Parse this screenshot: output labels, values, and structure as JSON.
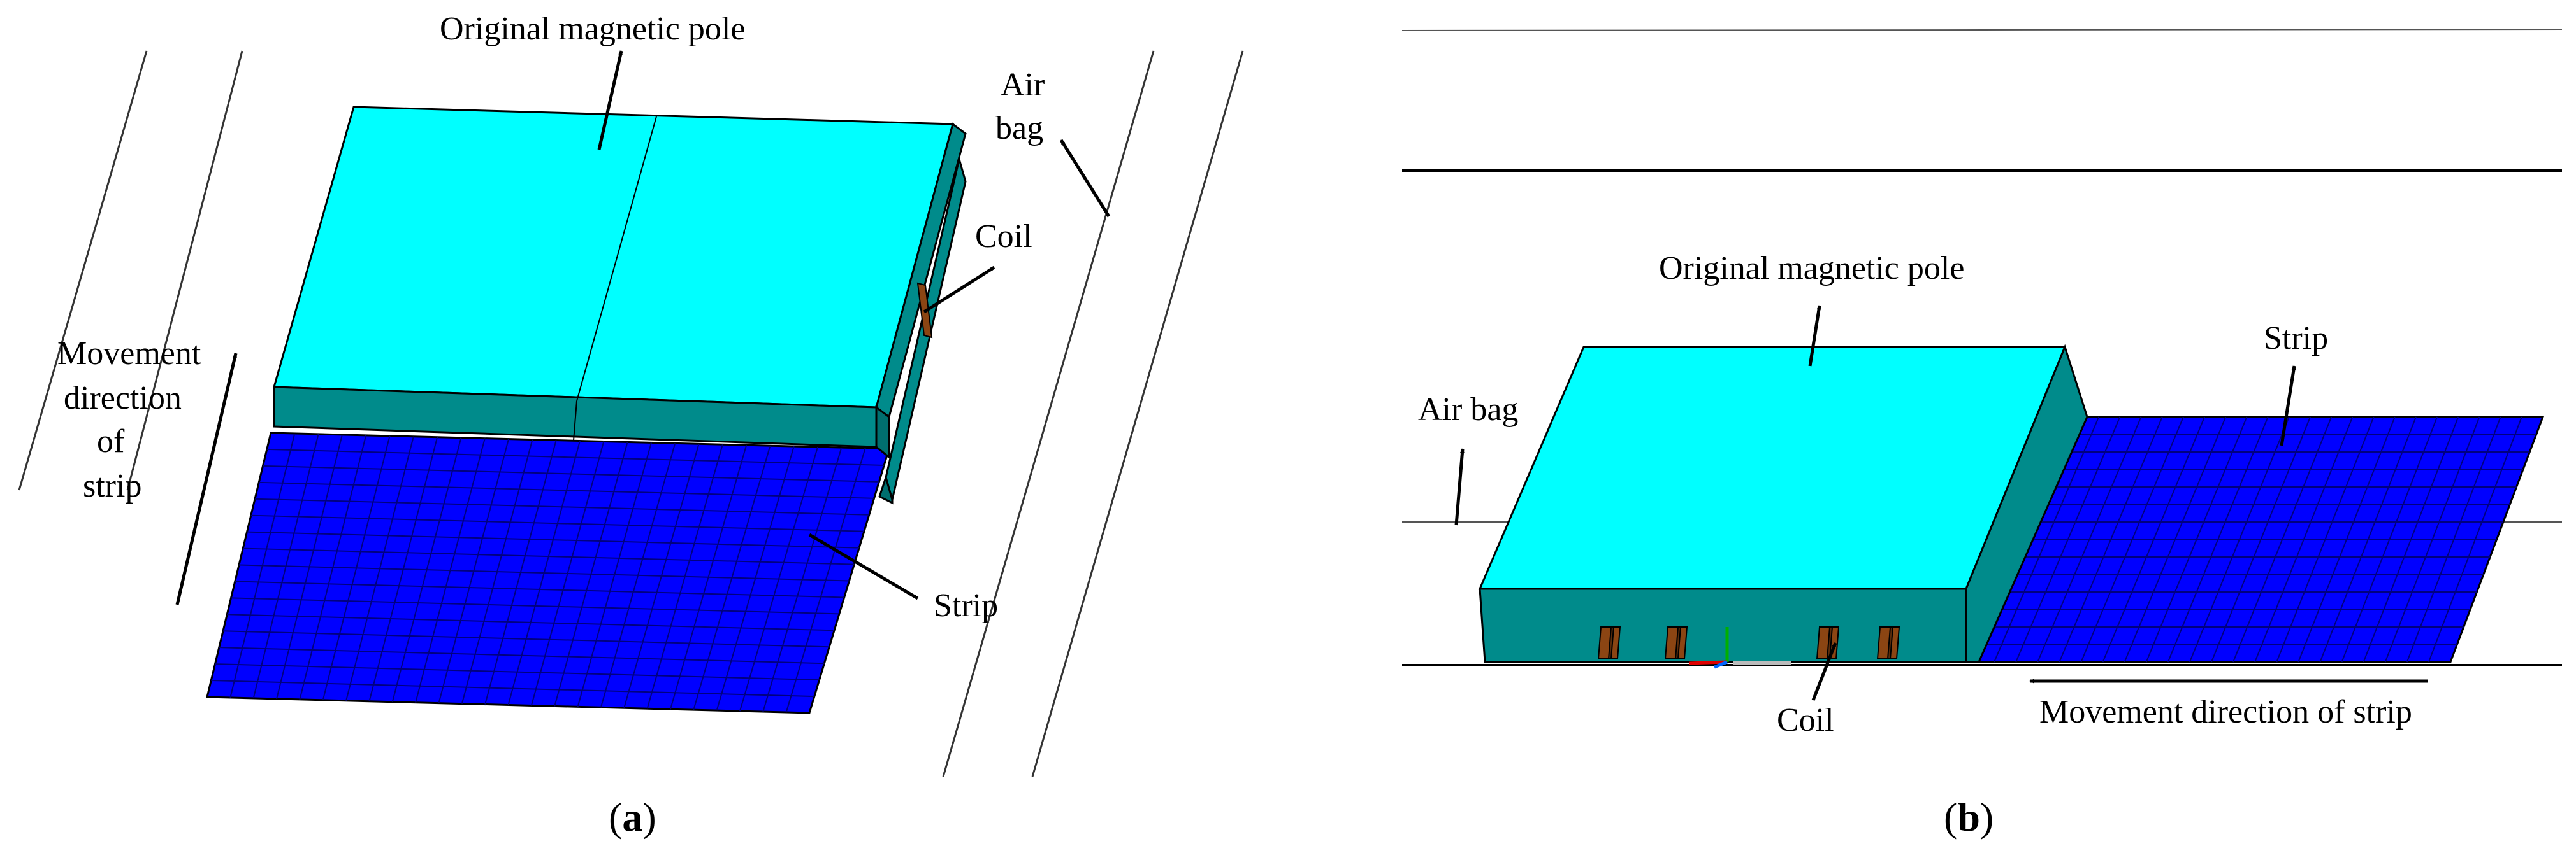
{
  "panel_a": {
    "label_open": "(",
    "label_letter": "a",
    "label_close": ")",
    "labels": {
      "pole": "Original magnetic pole",
      "air_bag_line1": "Air",
      "air_bag_line2": "bag",
      "coil": "Coil",
      "movement_line1": "Movement",
      "movement_line2": "direction",
      "movement_line3": "of",
      "movement_line4": "strip",
      "strip": "Strip"
    }
  },
  "panel_b": {
    "label_open": "(",
    "label_letter": "b",
    "label_close": ")",
    "labels": {
      "pole": "Original magnetic pole",
      "strip": "Strip",
      "air_bag": "Air bag",
      "coil": "Coil",
      "movement": "Movement direction of strip"
    }
  },
  "colors": {
    "pole_top": "#00ffff",
    "pole_side": "#008b8b",
    "strip": "#0000ff",
    "coil": "#8b4513",
    "mesh_line": "#000080"
  }
}
